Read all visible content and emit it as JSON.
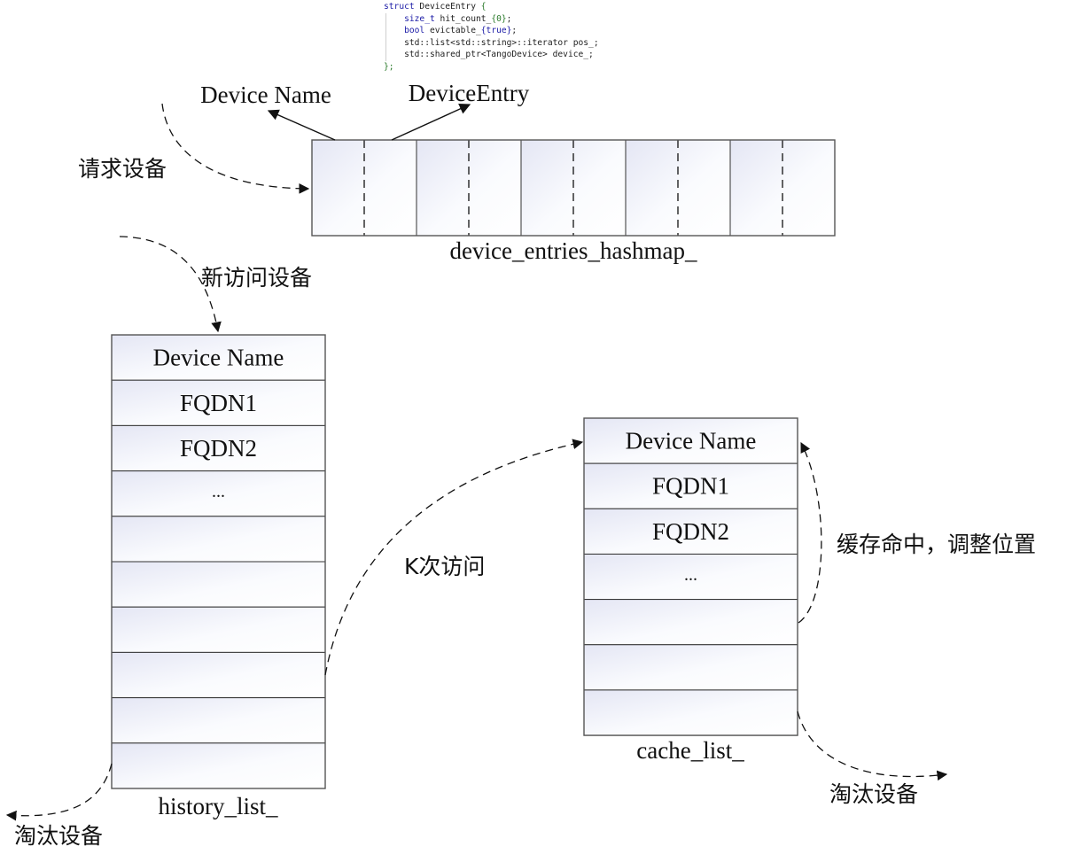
{
  "code_snippet": {
    "line1_kw": "struct",
    "line1_name": " DeviceEntry ",
    "line1_brace": "{",
    "line2_type": "size_t",
    "line2_rest": " hit_count_",
    "line2_init": "{0}",
    "line2_end": ";",
    "line3_type": "bool",
    "line3_rest": " evictable_",
    "line3_init": "{true}",
    "line3_end": ";",
    "line4": "std::list<std::string>::iterator pos_;",
    "line5": "std::shared_ptr<TangoDevice> device_;",
    "line6": "};"
  },
  "hashmap": {
    "label": "device_entries_hashmap_",
    "key_label": "Device Name",
    "value_label": "DeviceEntry",
    "bucket_count": 5
  },
  "flows": {
    "request_device": "请求设备",
    "new_access_device": "新访问设备",
    "k_accesses": "K次访问",
    "cache_hit_adjust": "缓存命中，调整位置",
    "evict_history": "淘汰设备",
    "evict_cache": "淘汰设备"
  },
  "history_list": {
    "label": "history_list_",
    "rows": [
      "Device Name",
      "FQDN1",
      "FQDN2",
      "...",
      "",
      "",
      "",
      "",
      "",
      ""
    ]
  },
  "cache_list": {
    "label": "cache_list_",
    "rows": [
      "Device Name",
      "FQDN1",
      "FQDN2",
      "...",
      "",
      "",
      ""
    ]
  },
  "colors": {
    "cell_gradient_start": "#e6e8f5",
    "cell_gradient_end": "#ffffff",
    "stroke": "#333333"
  }
}
